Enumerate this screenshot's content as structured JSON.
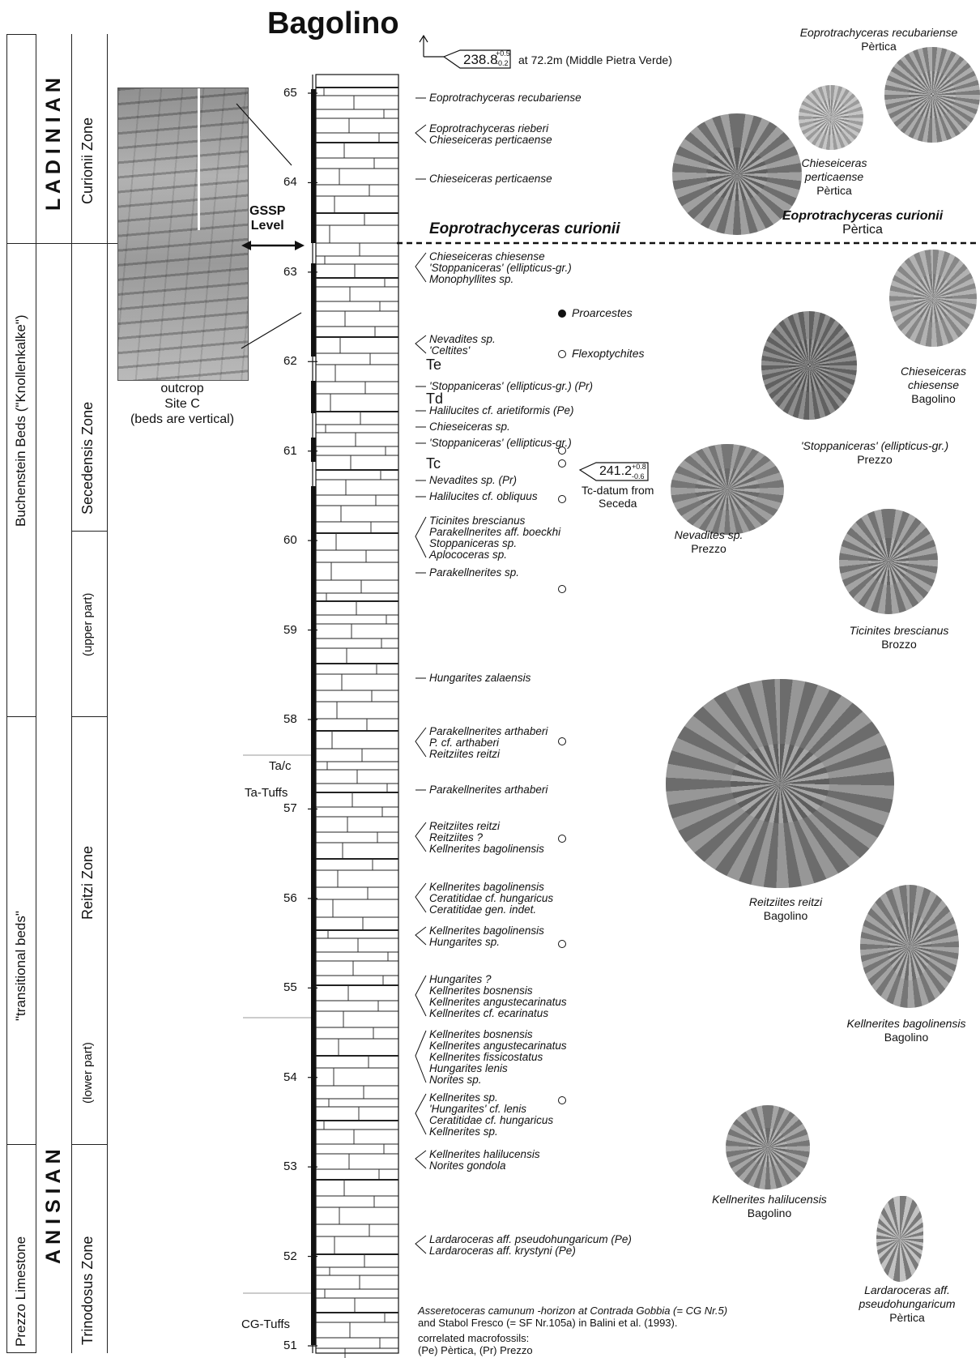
{
  "title": "Bagolino",
  "stages": [
    "L A D I N I A N",
    "A N I S I A N"
  ],
  "formations": [
    "Buchenstein Beds (\"Knollenkalke\")",
    "\"transitional beds\"",
    "Prezzo Limestone"
  ],
  "zones": [
    "Curionii  Zone",
    "Secedensis  Zone",
    "Reitzi  Zone",
    "Trinodosus  Zone"
  ],
  "subzones": [
    "(upper part)",
    "(lower part)"
  ],
  "photo_caption": [
    "outcrop",
    "Site C",
    "(beds are vertical)"
  ],
  "gssp": [
    "GSSP",
    "Level"
  ],
  "beds_labels": [
    "Ta/c",
    "Ta-Tuffs",
    "CG-Tuffs"
  ],
  "tuff_labels": [
    "Te",
    "Td",
    "Tc"
  ],
  "scale_ticks": [
    "65",
    "64",
    "63",
    "62",
    "61",
    "60",
    "59",
    "58",
    "57",
    "56",
    "55",
    "54",
    "53",
    "52",
    "51"
  ],
  "date_top": {
    "age": "238.8",
    "plus": "+0.5",
    "minus": "-0.2",
    "text": "at 72.2m (Middle Pietra Verde)"
  },
  "date_tc": {
    "age": "241.2",
    "plus": "+0.8",
    "minus": "-0.6",
    "note": [
      "Tc-datum from",
      "Seceda"
    ]
  },
  "boundary_taxon": "Eoprotrachyceras curionii",
  "taxa": [
    {
      "lines": [
        "Eoprotrachyceras recubariense"
      ]
    },
    {
      "lines": [
        "Eoprotrachyceras rieberi",
        "Chieseiceras perticaense"
      ]
    },
    {
      "lines": [
        "Chieseiceras perticaense"
      ]
    },
    {
      "lines": [
        "Chieseiceras chiesense",
        "'Stoppaniceras' (ellipticus-gr.)",
        "Monophyllites sp."
      ]
    },
    {
      "lines": [
        "Nevadites sp.",
        "'Celtites'"
      ]
    },
    {
      "lines": [
        "'Stoppaniceras' (ellipticus-gr.) (Pr)"
      ]
    },
    {
      "lines": [
        "Halilucites cf. arietiformis (Pe)"
      ]
    },
    {
      "lines": [
        "Chieseiceras  sp."
      ]
    },
    {
      "lines": [
        "'Stoppaniceras' (ellipticus-gr.)"
      ]
    },
    {
      "lines": [
        "Nevadites sp. (Pr)"
      ]
    },
    {
      "lines": [
        "Halilucites cf. obliquus"
      ]
    },
    {
      "lines": [
        "Ticinites brescianus",
        "Parakellnerites aff. boeckhi",
        "Stoppaniceras sp.",
        "Aplococeras sp."
      ]
    },
    {
      "lines": [
        "Parakellnerites sp."
      ]
    },
    {
      "lines": [
        "Hungarites zalaensis"
      ]
    },
    {
      "lines": [
        "Parakellnerites arthaberi",
        "P. cf. arthaberi",
        "Reitziites reitzi"
      ]
    },
    {
      "lines": [
        "Parakellnerites arthaberi"
      ]
    },
    {
      "lines": [
        "Reitziites reitzi",
        "Reitziites ?",
        "Kellnerites bagolinensis"
      ]
    },
    {
      "lines": [
        "Kellnerites bagolinensis",
        "Ceratitidae cf. hungaricus",
        "Ceratitidae gen. indet."
      ]
    },
    {
      "lines": [
        "Kellnerites bagolinensis",
        "Hungarites sp."
      ]
    },
    {
      "lines": [
        "Hungarites ?",
        "Kellnerites bosnensis",
        "Kellnerites angustecarinatus",
        "Kellnerites cf. ecarinatus"
      ]
    },
    {
      "lines": [
        "Kellnerites bosnensis",
        "Kellnerites angustecarinatus",
        "Kellnerites fissicostatus",
        "Hungarites lenis",
        "Norites sp."
      ]
    },
    {
      "lines": [
        "Kellnerites sp.",
        "'Hungarites' cf. lenis",
        "Ceratitidae cf. hungaricus",
        "Kellnerites sp."
      ]
    },
    {
      "lines": [
        "Kellnerites halilucensis",
        "Norites gondola"
      ]
    },
    {
      "lines": [
        "Lardaroceras aff. pseudohungaricum (Pe)",
        "Lardaroceras aff. krystyni (Pe)"
      ]
    }
  ],
  "legend": {
    "proarcestes": "Proarcestes",
    "flexoptychites": "Flexoptychites"
  },
  "footnote": [
    "Asseretoceras camunum -horizon at Contrada Gobbia (= CG Nr.5)",
    "and Stabol Fresco (= SF Nr.105a) in Balini et al. (1993).",
    "correlated macrofossils:",
    "(Pe) Pèrtica, (Pr) Prezzo"
  ],
  "fossils": [
    {
      "name": "Eoprotrachyceras recubariense",
      "loc": "Pèrtica"
    },
    {
      "name": "Chieseiceras perticaense",
      "loc": "Pèrtica"
    },
    {
      "name": "Eoprotrachyceras curionii",
      "loc": "Pèrtica"
    },
    {
      "name": "Chieseiceras chiesense",
      "loc": "Bagolino"
    },
    {
      "name": "'Stoppaniceras' (ellipticus-gr.)",
      "loc": "Prezzo"
    },
    {
      "name": "Nevadites sp.",
      "loc": "Prezzo"
    },
    {
      "name": "Ticinites brescianus",
      "loc": "Brozzo"
    },
    {
      "name": "Reitziites reitzi",
      "loc": "Bagolino"
    },
    {
      "name": "Kellnerites bagolinensis",
      "loc": "Bagolino"
    },
    {
      "name": "Kellnerites halilucensis",
      "loc": "Bagolino"
    },
    {
      "name": "Lardaroceras aff. pseudohungaricum",
      "loc": "Pèrtica"
    }
  ],
  "colors": {
    "ink": "#111111",
    "fossil": "#8e8e8e"
  }
}
